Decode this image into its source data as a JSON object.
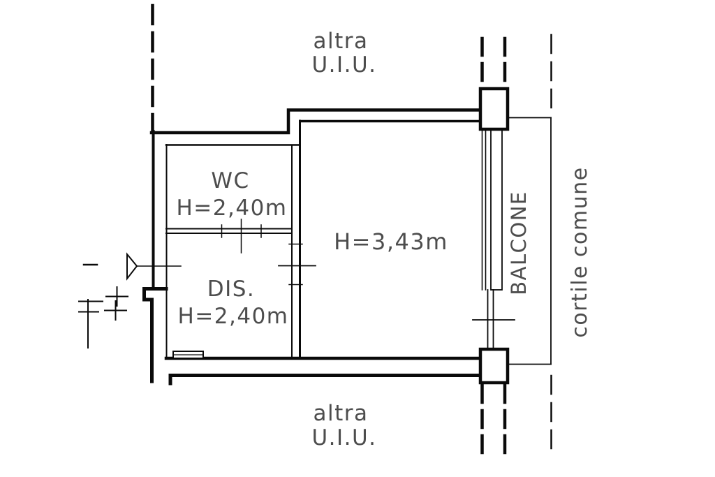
{
  "plan": {
    "type": "cadastral-floor-plan",
    "adjacent_unit_top": {
      "line1": "altra",
      "line2": "U.I.U."
    },
    "adjacent_unit_bottom": {
      "line1": "altra",
      "line2": "U.I.U."
    },
    "rooms": {
      "wc": {
        "label": "WC",
        "height": "H=2,40m"
      },
      "dis": {
        "label": "DIS.",
        "height": "H=2,40m"
      },
      "main": {
        "height": "H=3,43m"
      },
      "balcony": {
        "label": "BALCONE"
      }
    },
    "exterior": {
      "courtyard": "cortile comune"
    },
    "colors": {
      "walls": "#0a0a0a",
      "text": "#4d4d4d",
      "background": "#ffffff"
    }
  }
}
